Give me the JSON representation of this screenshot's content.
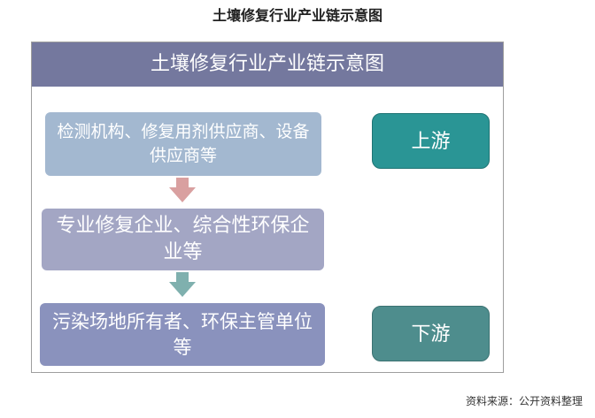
{
  "page_title": "土壤修复行业产业链示意图",
  "diagram": {
    "header": "土壤修复行业产业链示意图",
    "chain": [
      {
        "label": "检测机构、修复用剂供应商、设备供应商等",
        "color": "#a3b8d0"
      },
      {
        "label": "专业修复企业、综合性环保企业等",
        "color": "#a3a6c4"
      },
      {
        "label": "污染场地所有者、环保主管单位等",
        "color": "#8a92bd"
      }
    ],
    "upstream_label": "上游",
    "downstream_label": "下游",
    "arrow_colors": [
      "#d9a0a0",
      "#7fb0ae"
    ]
  },
  "source": "资料来源：公开资料整理"
}
